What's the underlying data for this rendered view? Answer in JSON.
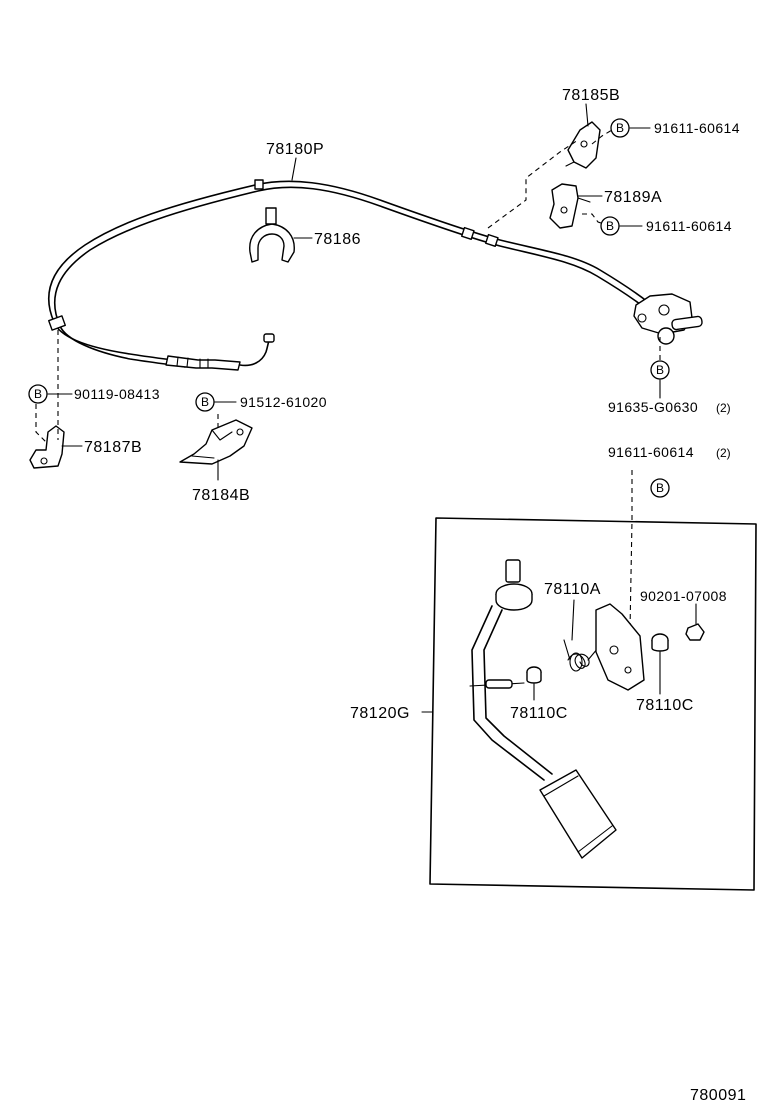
{
  "diagram_id": "780091",
  "bolt_marker": "B",
  "labels": {
    "p78185B": "78185B",
    "b91611a": "91611-60614",
    "p78180P": "78180P",
    "p78189A": "78189A",
    "b91611b": "91611-60614",
    "p78186": "78186",
    "b90119": "90119-08413",
    "b91512": "91512-61020",
    "p78187B": "78187B",
    "p78184B": "78184B",
    "b91635": "91635-G0630",
    "b91635_qty": "(2)",
    "b91611c": "91611-60614",
    "b91611c_qty": "(2)",
    "p78110A": "78110A",
    "b90201": "90201-07008",
    "p78120G": "78120G",
    "p78110C_left": "78110C",
    "p78110C_right": "78110C"
  }
}
